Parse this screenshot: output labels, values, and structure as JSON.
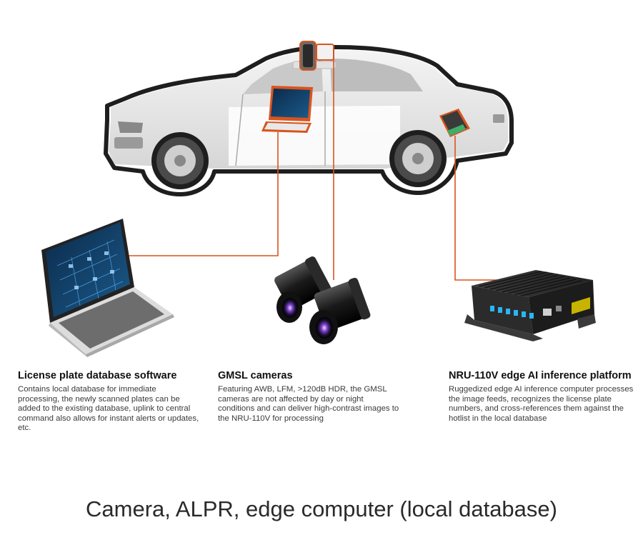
{
  "captions": {
    "software": {
      "title": "License plate database software",
      "body": "Contains local database for immediate processing, the newly scanned plates can be added to the existing database, uplink to central command also allows for instant alerts or updates, etc."
    },
    "cameras": {
      "title": "GMSL cameras",
      "body": "Featuring AWB, LFM, >120dB HDR, the GMSL cameras are not affected by day or night conditions and can deliver high-contrast images to the NRU-110V for processing"
    },
    "platform": {
      "title": "NRU-110V edge AI inference platform",
      "body": "Ruggedized edge AI inference computer processes the image feeds, recognizes the license plate numbers, and cross-references them against the hotlist in the local database"
    }
  },
  "footer": {
    "title": "Camera, ALPR, edge computer (local database)"
  },
  "colors": {
    "connector": "#d9541e",
    "outline": "#1e1e1e"
  },
  "icons": [
    "police-car-icon",
    "roof-camera-icon",
    "in-car-laptop-icon",
    "in-car-computer-icon",
    "laptop-icon",
    "gmsl-camera-icon",
    "edge-computer-icon"
  ]
}
